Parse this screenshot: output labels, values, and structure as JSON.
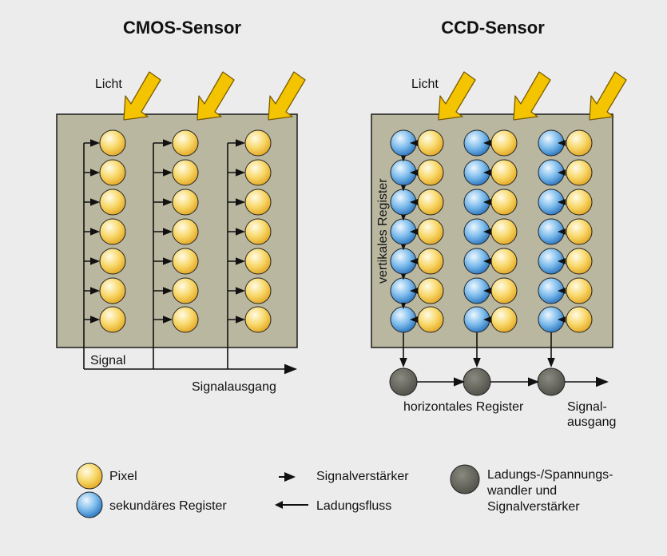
{
  "cmos": {
    "title": "CMOS-Sensor",
    "light_label": "Licht",
    "signal_label": "Signal",
    "output_label": "Signalausgang"
  },
  "ccd": {
    "title": "CCD-Sensor",
    "light_label": "Licht",
    "vertical_register_label": "vertikales Register",
    "horizontal_register_label": "horizontales Register",
    "output_label_line1": "Signal-",
    "output_label_line2": "ausgang"
  },
  "legend": {
    "pixel": "Pixel",
    "secondary_register": "sekundäres Register",
    "amplifier": "Signalverstärker",
    "charge_flow": "Ladungsfluss",
    "converter_line1": "Ladungs-/Spannungs-",
    "converter_line2": "wandler und",
    "converter_line3": "Signalverstärker"
  },
  "colors": {
    "background": "#ececec",
    "sensor_fill": "#bab7a0",
    "pixel": "#f7d060",
    "register": "#5aa6e0",
    "converter": "#6b6b63",
    "light_arrow": "#f5c400"
  }
}
